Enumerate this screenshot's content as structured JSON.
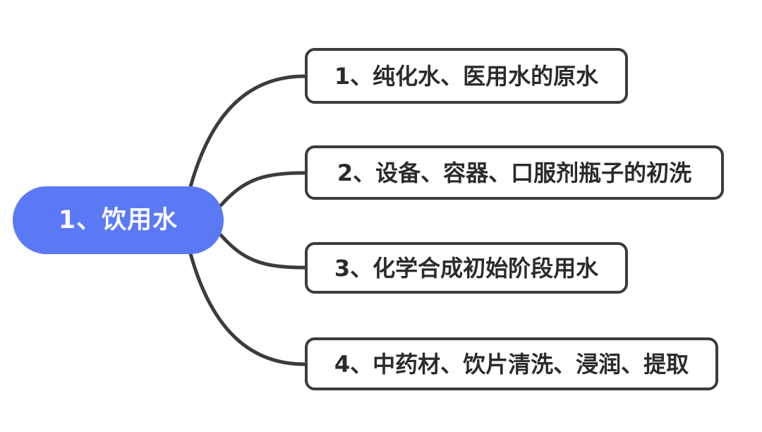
{
  "diagram": {
    "type": "mind-map",
    "orientation": "left-root-right-branches",
    "background_color": "#ffffff",
    "root": {
      "label": "1、饮用水",
      "fill_color": "#5b79f5",
      "text_color": "#ffffff",
      "shape": "pill"
    },
    "connector": {
      "color": "#3c3c3c",
      "width": 5,
      "style": "curved"
    },
    "branches": [
      {
        "index": "1",
        "label": "1、纯化水、医用水的原水",
        "border_color": "#3c3c3c",
        "text_color": "#2b2b2b",
        "fill_color": "#ffffff"
      },
      {
        "index": "2",
        "label": "2、设备、容器、口服剂瓶子的初洗",
        "border_color": "#3c3c3c",
        "text_color": "#2b2b2b",
        "fill_color": "#ffffff"
      },
      {
        "index": "3",
        "label": "3、化学合成初始阶段用水",
        "border_color": "#3c3c3c",
        "text_color": "#2b2b2b",
        "fill_color": "#ffffff"
      },
      {
        "index": "4",
        "label": "4、中药材、饮片清洗、浸润、提取",
        "border_color": "#3c3c3c",
        "text_color": "#2b2b2b",
        "fill_color": "#ffffff"
      }
    ]
  }
}
